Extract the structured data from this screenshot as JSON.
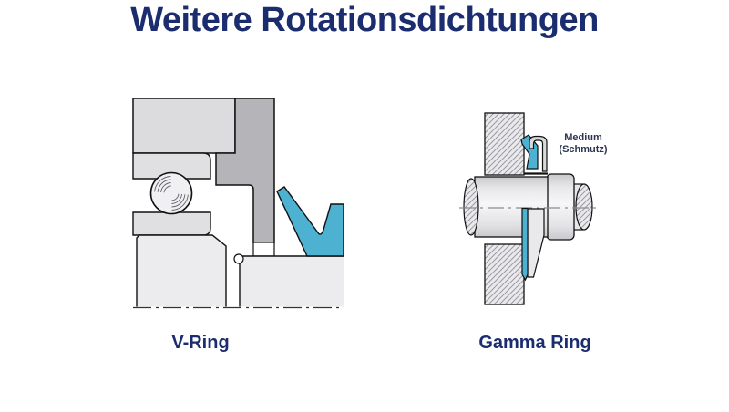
{
  "title": {
    "text": "Weitere Rotationsdichtungen"
  },
  "figures": {
    "v_ring": {
      "label": "V-Ring"
    },
    "gamma_ring": {
      "label": "Gamma Ring",
      "annotation_line1": "Medium",
      "annotation_line2": "(Schmutz)"
    }
  },
  "colors": {
    "heading_navy": "#1b2d6f",
    "annotation_navy": "#2c3550",
    "seal_teal": "#4db2d2",
    "housing_gray_dark": "#b5b5b9",
    "housing_gray_light": "#dcdcde",
    "part_gray": "#ececee",
    "hatch_line_gray": "#9b9ba3",
    "outline_black": "#111111"
  }
}
